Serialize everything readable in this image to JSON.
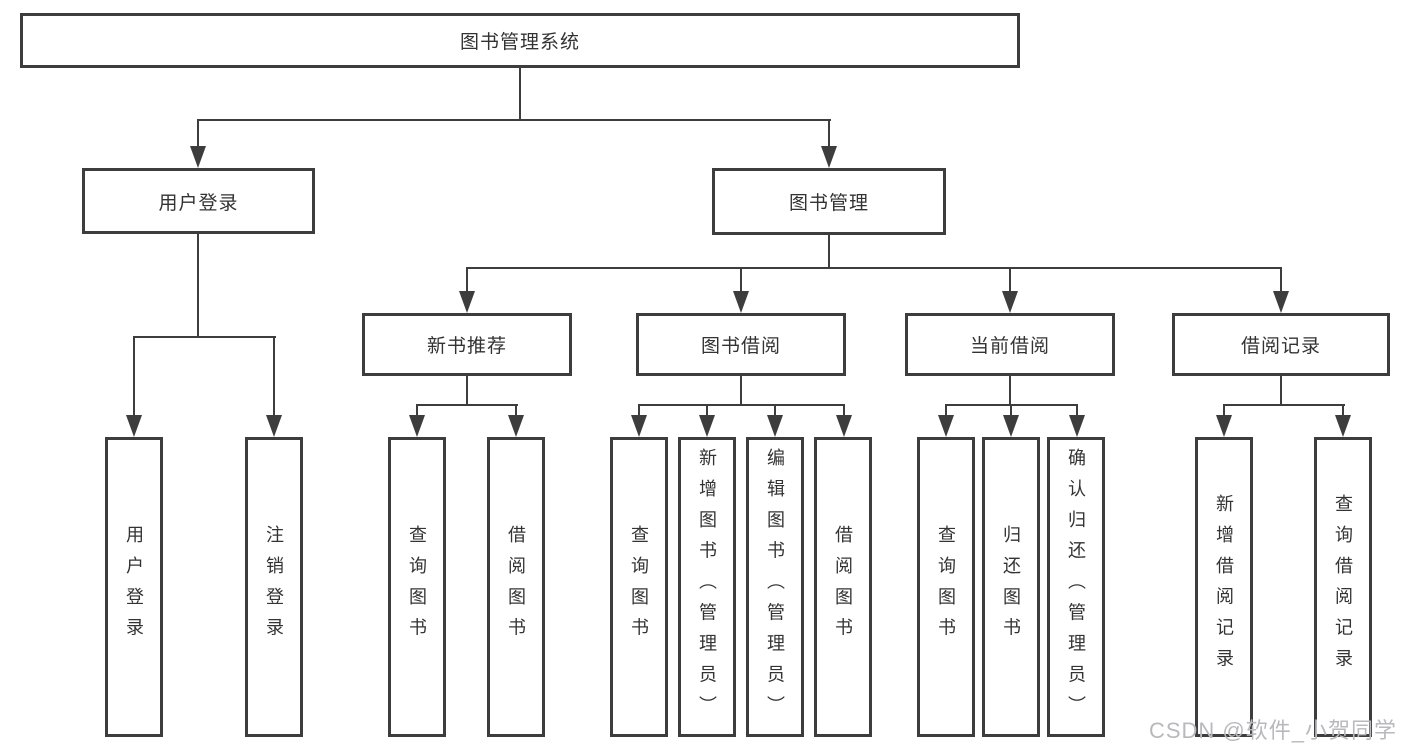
{
  "diagram": {
    "root": {
      "label": "图书管理系统"
    },
    "level2": [
      {
        "label": "用户登录"
      },
      {
        "label": "图书管理"
      }
    ],
    "level3": [
      {
        "label": "新书推荐",
        "parent": "图书管理"
      },
      {
        "label": "图书借阅",
        "parent": "图书管理"
      },
      {
        "label": "当前借阅",
        "parent": "图书管理"
      },
      {
        "label": "借阅记录",
        "parent": "图书管理"
      }
    ],
    "leaves": [
      {
        "label": "用户登录",
        "parent": "用户登录"
      },
      {
        "label": "注销登录",
        "parent": "用户登录"
      },
      {
        "label": "查询图书",
        "parent": "新书推荐"
      },
      {
        "label": "借阅图书",
        "parent": "新书推荐"
      },
      {
        "label": "查询图书",
        "parent": "图书借阅"
      },
      {
        "label": "新增图书（管理员）",
        "parent": "图书借阅"
      },
      {
        "label": "编辑图书（管理员）",
        "parent": "图书借阅"
      },
      {
        "label": "借阅图书",
        "parent": "图书借阅"
      },
      {
        "label": "查询图书",
        "parent": "当前借阅"
      },
      {
        "label": "归还图书",
        "parent": "当前借阅"
      },
      {
        "label": "确认归还（管理员）",
        "parent": "当前借阅"
      },
      {
        "label": "新增借阅记录",
        "parent": "借阅记录"
      },
      {
        "label": "查询借阅记录",
        "parent": "借阅记录"
      }
    ]
  },
  "watermark": {
    "text": "CSDN @软件_小贺同学"
  },
  "colors": {
    "line": "#3d3d3d",
    "text": "#333333",
    "watermark": "#b9b9bd",
    "background": "#ffffff"
  }
}
